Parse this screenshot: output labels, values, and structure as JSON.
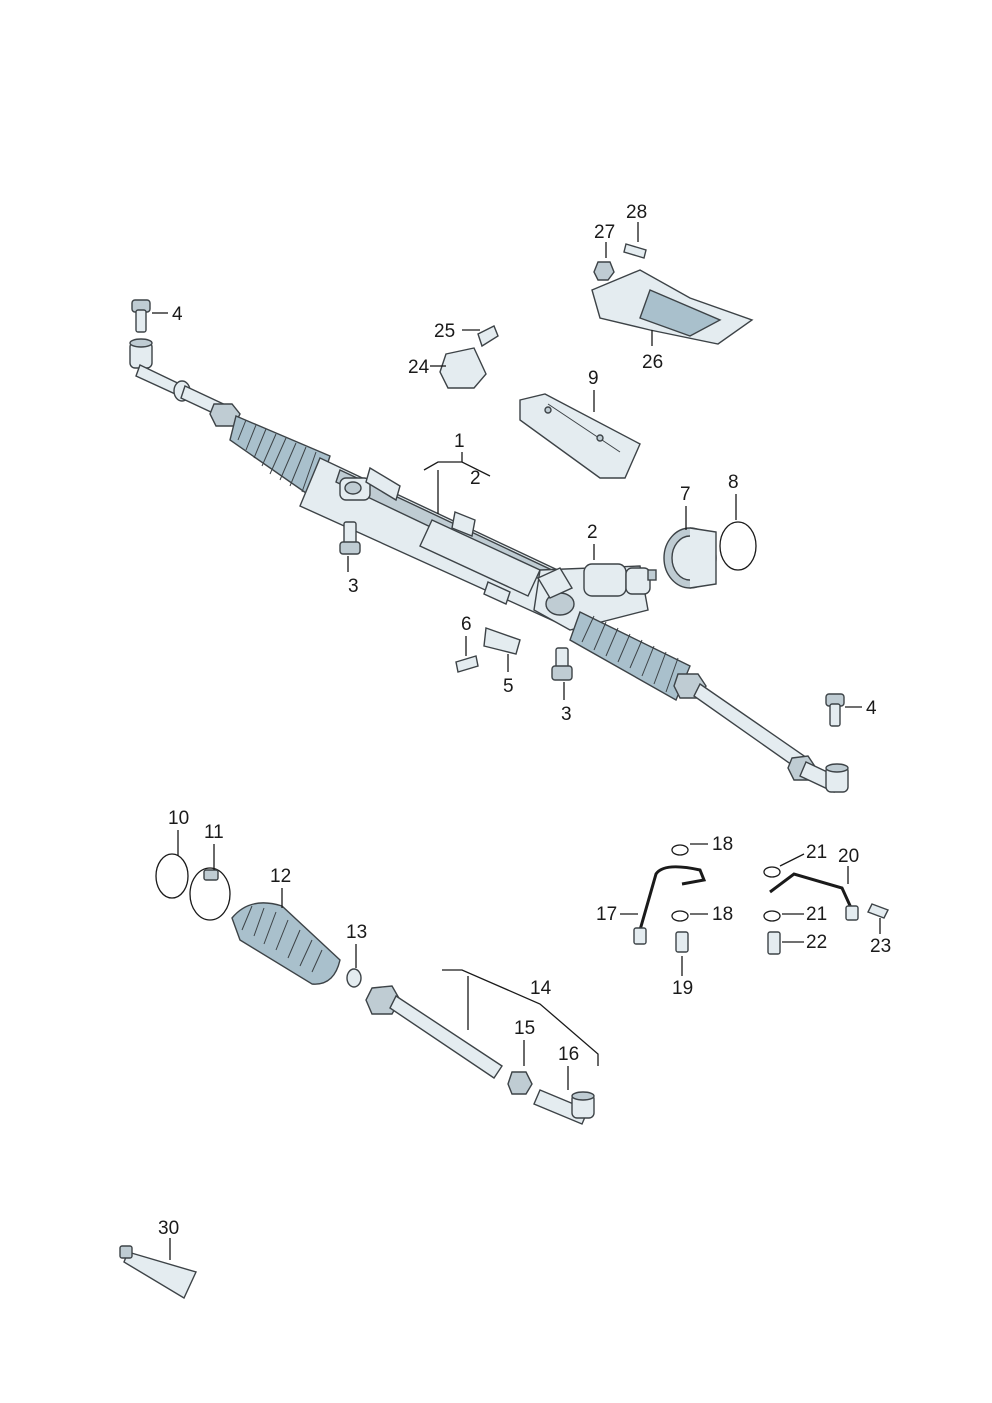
{
  "diagram": {
    "title": "",
    "callouts": {
      "c1": "1",
      "c2a": "2",
      "c2b": "2",
      "c3a": "3",
      "c3b": "3",
      "c4a": "4",
      "c4b": "4",
      "c5": "5",
      "c6": "6",
      "c7": "7",
      "c8": "8",
      "c9": "9",
      "c10": "10",
      "c11": "11",
      "c12": "12",
      "c13": "13",
      "c14": "14",
      "c15": "15",
      "c16": "16",
      "c17": "17",
      "c18a": "18",
      "c18b": "18",
      "c19": "19",
      "c20": "20",
      "c21a": "21",
      "c21b": "21",
      "c22": "22",
      "c23": "23",
      "c24": "24",
      "c25": "25",
      "c26": "26",
      "c27": "27",
      "c28": "28",
      "c30": "30"
    },
    "colors": {
      "part_fill": "#e4ecf0",
      "part_shade": "#a9c0cc",
      "line": "#3d4347",
      "text": "#1a1a1a"
    }
  }
}
